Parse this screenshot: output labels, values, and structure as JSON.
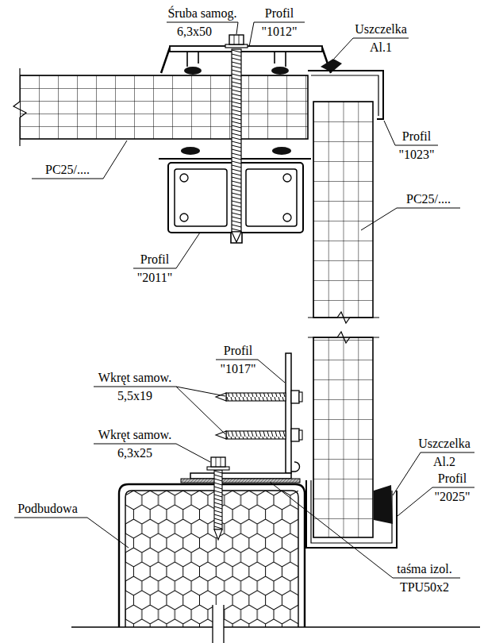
{
  "diagram": {
    "labels": [
      "Śruba samog.",
      "6,3x50",
      "Profil",
      "\"1012\"",
      "Uszczelka",
      "Al.1",
      "Profil",
      "\"1023\"",
      "PC25/....",
      "PC25/....",
      "Profil",
      "\"2011\"",
      "Profil",
      "\"1017\"",
      "Wkręt samow.",
      "5,5x19",
      "Wkręt samow.",
      "6,3x25",
      "Uszczelka",
      "Al.2",
      "Profil",
      "\"2025\"",
      "Podbudowa",
      "taśma izol.",
      "TPU50x2"
    ]
  }
}
